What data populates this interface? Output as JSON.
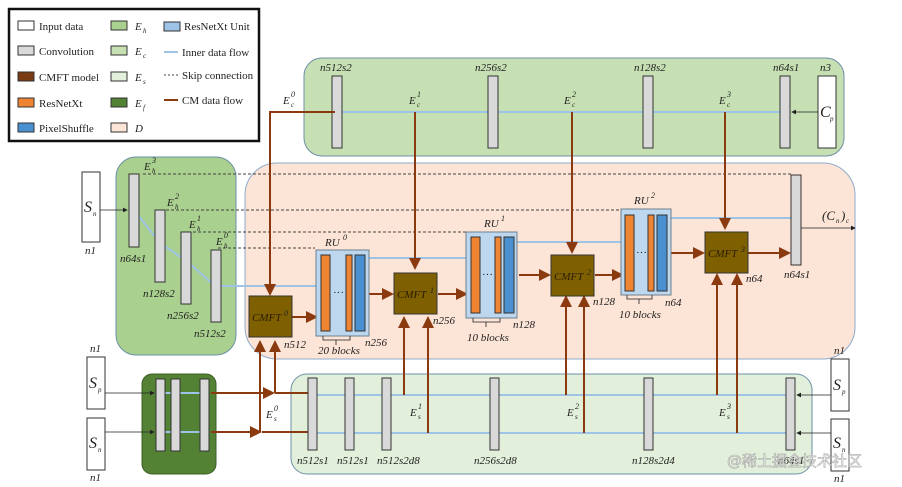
{
  "legend": {
    "items": [
      {
        "label": "Input data",
        "color": "#ffffff"
      },
      {
        "label": "Convolution",
        "color": "#d9d9d9"
      },
      {
        "label": "CMFT model",
        "color": "#7a3a12"
      },
      {
        "label": "ResNetXt",
        "color": "#ef8433"
      },
      {
        "label": "PixelShuffle",
        "color": "#4a90d0"
      },
      {
        "label": "E",
        "sub": "h",
        "color": "#a9d08e"
      },
      {
        "label": "E",
        "sub": "c",
        "color": "#c6e0b4"
      },
      {
        "label": "E",
        "sub": "s",
        "color": "#e2efda"
      },
      {
        "label": "E",
        "sub": "f",
        "color": "#548235"
      },
      {
        "label": "D",
        "color": "#fce4d6"
      },
      {
        "label": "ResNetXt Unit",
        "color": "#9dc3e6"
      },
      {
        "label": "Inner data flow",
        "line": "solid",
        "color": "#9dc3e6"
      },
      {
        "label": "Skip connection",
        "line": "dashed",
        "color": "#444444"
      },
      {
        "label": "CM data flow",
        "line": "solid",
        "color": "#8b3a0f"
      }
    ]
  },
  "colors": {
    "Eh_bg": "#a9d08e",
    "Ec_bg": "#c6e0b4",
    "Es_bg": "#e2efda",
    "Ef_bg": "#548235",
    "D_bg": "#fce4d6",
    "conv": "#d9d9d9",
    "cmft": "#7f6000",
    "resnet": "#ef8433",
    "pixelshuffle": "#4a90d0",
    "ru": "#bdd7ee",
    "inner_flow": "#9dc3e6",
    "cm_flow": "#8b3a0f"
  },
  "inputs": {
    "Sn_left": {
      "symbol": "S",
      "sub": "n",
      "size": "n1"
    },
    "Sp_bottom": {
      "symbol": "S",
      "sub": "p",
      "size": "n1"
    },
    "Sn_bottom": {
      "symbol": "S",
      "sub": "n",
      "size": "n1"
    },
    "Sp_right": {
      "symbol": "S",
      "sub": "p",
      "size": "n1"
    },
    "Sn_right": {
      "symbol": "S",
      "sub": "n",
      "size": "n1"
    },
    "Cp": {
      "symbol": "C",
      "sub": "p",
      "size": "n3"
    }
  },
  "Eh": {
    "convs": [
      "n64s1",
      "n128s2",
      "n256s2",
      "n512s2"
    ],
    "features": [
      {
        "sym": "E",
        "sub": "h",
        "sup": "3"
      },
      {
        "sym": "E",
        "sub": "h",
        "sup": "2"
      },
      {
        "sym": "E",
        "sub": "h",
        "sup": "1"
      },
      {
        "sym": "E",
        "sub": "h",
        "sup": "0"
      }
    ]
  },
  "Ec": {
    "convs": [
      "n512s2",
      "n256s2",
      "n128s2",
      "n64s1"
    ],
    "features": [
      {
        "sym": "E",
        "sub": "c",
        "sup": "0"
      },
      {
        "sym": "E",
        "sub": "c",
        "sup": "1"
      },
      {
        "sym": "E",
        "sub": "c",
        "sup": "2"
      },
      {
        "sym": "E",
        "sub": "c",
        "sup": "3"
      }
    ]
  },
  "Es": {
    "convs": [
      "n512s1",
      "n512s1",
      "n512s2d8",
      "n256s2d8",
      "n128s2d4",
      "n64s1"
    ],
    "features": [
      {
        "sym": "E",
        "sub": "s",
        "sup": "0"
      },
      {
        "sym": "E",
        "sub": "s",
        "sup": "1"
      },
      {
        "sym": "E",
        "sub": "s",
        "sup": "2"
      },
      {
        "sym": "E",
        "sub": "s",
        "sup": "3"
      }
    ]
  },
  "D": {
    "cmft": [
      {
        "label": "CMFT",
        "sup": "0",
        "size": "n512"
      },
      {
        "label": "CMFT",
        "sup": "1",
        "size": "n256"
      },
      {
        "label": "CMFT",
        "sup": "2",
        "size": "n128"
      },
      {
        "label": "CMFT",
        "sup": "3",
        "size": "n64"
      }
    ],
    "ru": [
      {
        "label": "RU",
        "sup": "0",
        "size": "n256",
        "blocks": "20 blocks"
      },
      {
        "label": "RU",
        "sup": "1",
        "size": "n128",
        "blocks": "10 blocks"
      },
      {
        "label": "RU",
        "sup": "2",
        "size": "n64",
        "blocks": "10 blocks"
      }
    ],
    "final_conv": "n64s1",
    "output": {
      "sym": "(C",
      "sub": "n",
      "close": ")",
      "sub2": "c"
    },
    "ellipsis": "···"
  },
  "watermark": "@稀土掘金技术社区"
}
